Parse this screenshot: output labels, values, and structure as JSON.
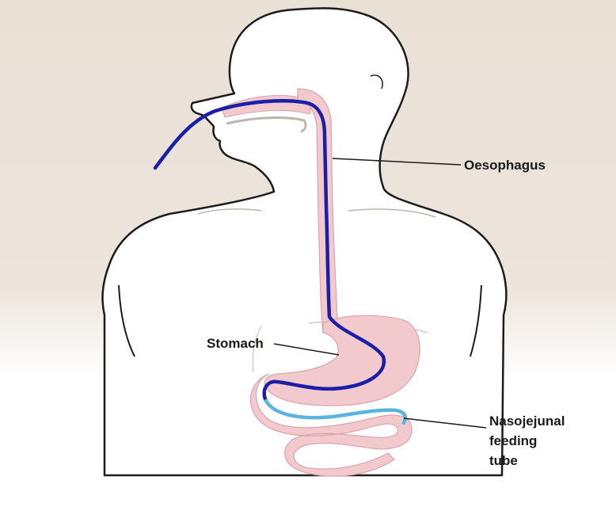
{
  "labels": {
    "oesophagus": "Oesophagus",
    "stomach": "Stomach",
    "tube_line1": "Nasojejunal",
    "tube_line2": "feeding",
    "tube_line3": "tube"
  },
  "colors": {
    "background": "#e9e0d6",
    "body_fill": "#ffffff",
    "outline": "#1c1c1c",
    "organ_fill": "#f2c9cc",
    "organ_edge": "#d9a5ab",
    "tube_dark": "#1b1fa8",
    "tube_light": "#5ab4dc"
  },
  "icons": [
    "body-outline",
    "oesophagus-organ",
    "stomach-organ",
    "small-intestine-organ",
    "feeding-tube"
  ]
}
